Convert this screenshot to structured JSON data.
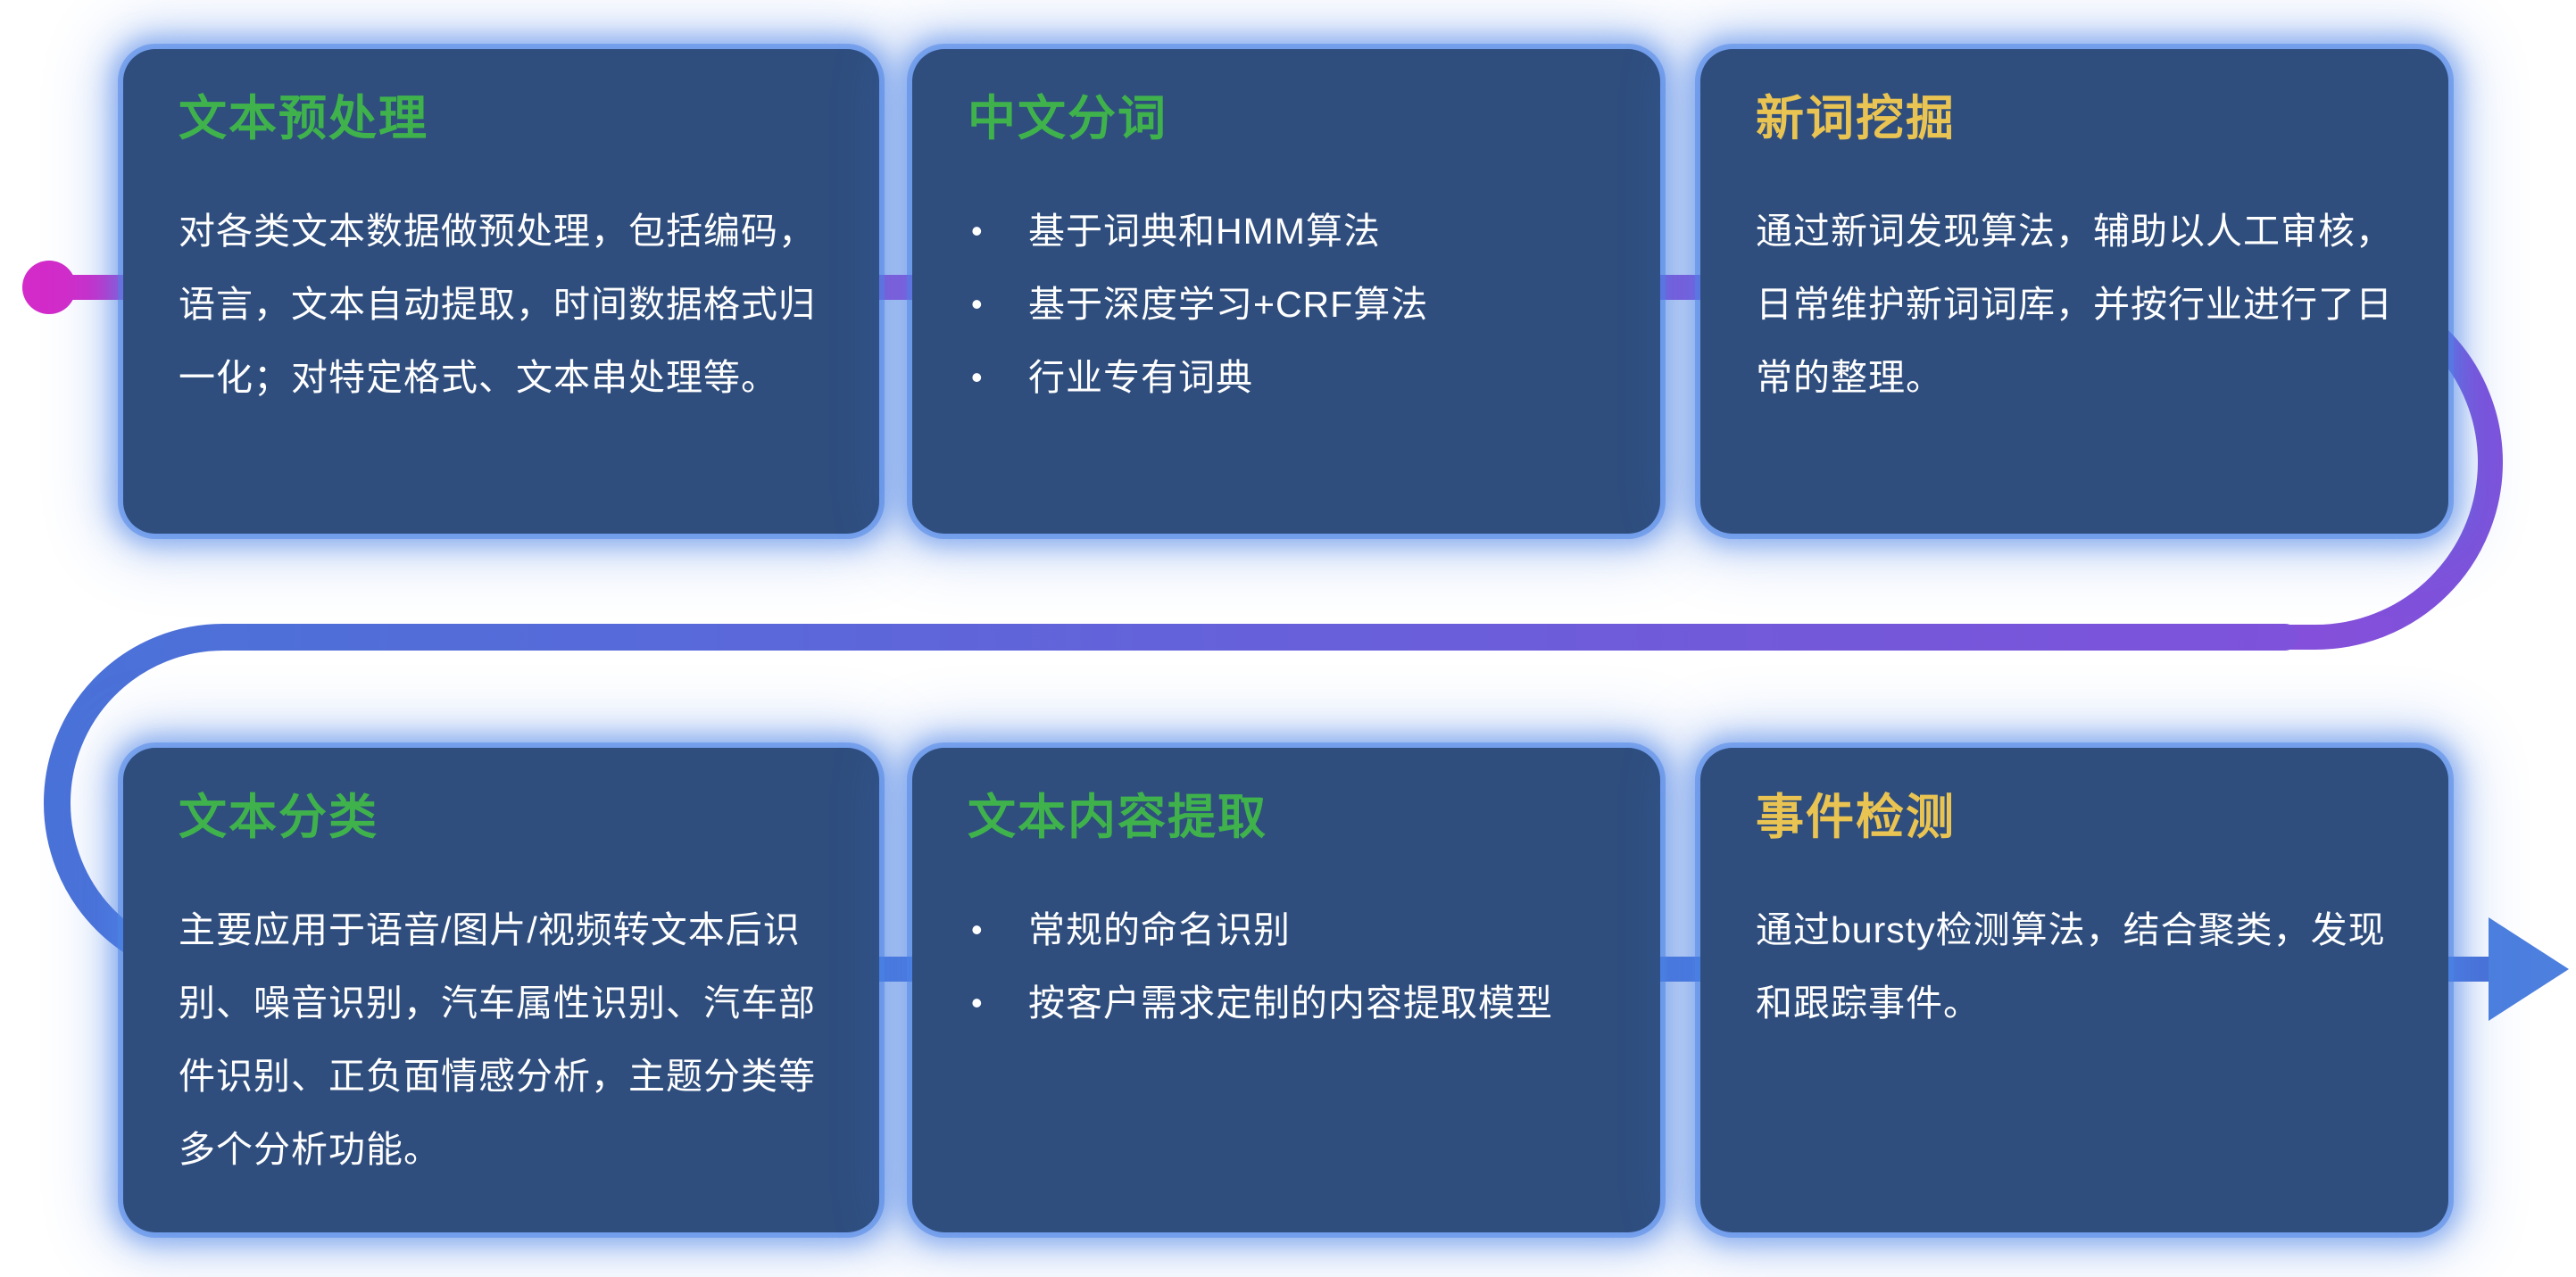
{
  "palette": {
    "background": "#FFFFFF",
    "card_background": "#2F4E7E",
    "card_glow": "#4C83E6",
    "title_green": "#3FB24C",
    "title_yellow": "#EAC452",
    "body_text": "#FFFFFF"
  },
  "flow": {
    "colors": {
      "start": "#D32BC9",
      "purple": "#7E52DB",
      "blue": "#4A72D8",
      "arrow": "#4C7FDE"
    }
  },
  "cards": [
    {
      "id": "text-preprocessing",
      "title": "文本预处理",
      "title_color": "#3FB24C",
      "body": "对各类文本数据做预处理，包括编码，语言，文本自动提取，时间数据格式归一化；对特定格式、文本串处理等。"
    },
    {
      "id": "chinese-word-segmentation",
      "title": "中文分词",
      "title_color": "#3FB24C",
      "bullets": [
        "基于词典和HMM算法",
        "基于深度学习+CRF算法",
        "行业专有词典"
      ]
    },
    {
      "id": "new-word-mining",
      "title": "新词挖掘",
      "title_color": "#EAC452",
      "body": "通过新词发现算法，辅助以人工审核，日常维护新词词库，并按行业进行了日常的整理。"
    },
    {
      "id": "text-classification",
      "title": "文本分类",
      "title_color": "#3FB24C",
      "body": "主要应用于语音/图片/视频转文本后识别、噪音识别，汽车属性识别、汽车部件识别、正负面情感分析，主题分类等多个分析功能。"
    },
    {
      "id": "text-content-extraction",
      "title": "文本内容提取",
      "title_color": "#3FB24C",
      "bullets": [
        "常规的命名识别",
        "按客户需求定制的内容提取模型"
      ]
    },
    {
      "id": "event-detection",
      "title": "事件检测",
      "title_color": "#EAC452",
      "body": "通过bursty检测算法，结合聚类，发现和跟踪事件。"
    }
  ]
}
